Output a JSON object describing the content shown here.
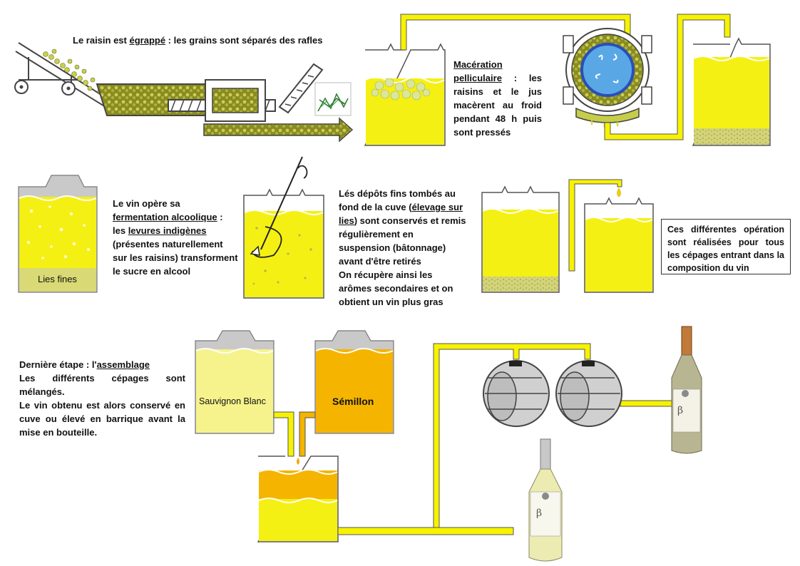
{
  "steps": {
    "egrappage": {
      "pre": "Le raisin est ",
      "key": "égrappé",
      "post": " : les grains sont séparés des rafles"
    },
    "maceration": {
      "key1": "Macération",
      "key2": "pelliculaire",
      "post1": " : les",
      "rest": "raisins et le jus macèrent au froid pendant 48 h puis sont pressés"
    },
    "fermentation": {
      "l1": "Le vin opère sa",
      "key1": "fermentation alcoolique",
      "l2post": " :",
      "l3pre": "les ",
      "key2": "levures indigènes",
      "rest": "(présentes naturellement sur les raisins) transforment le sucre en alcool"
    },
    "elevage": {
      "pre": "Lés dépôts fins tombés au fond de la cuve (",
      "key": "élevage sur lies",
      "post": ") sont conservés et remis régulièrement en suspension (bâtonnage) avant d'être retirés",
      "l2": "On récupère ainsi les arômes secondaires et on obtient un vin plus gras"
    },
    "note": "Ces différentes opération sont réalisées pour tous les cépages entrant dans la composition du vin",
    "assemblage": {
      "pre": "Dernière étape : l'",
      "key": "assemblage",
      "l2": "Les différents cépages sont mélangés.",
      "l3": "Le vin obtenu est alors conservé en cuve ou élevé en barrique avant la mise en bouteille."
    }
  },
  "labels": {
    "lies": "Lies fines",
    "sauvignon": "Sauvignon Blanc",
    "semillon": "Sémillon"
  },
  "colors": {
    "wine": "#f5f014",
    "wine_light": "#f3f38a",
    "semillon": "#f5b400",
    "pipe": "#f7f200",
    "lees": "#d9d98a"
  }
}
